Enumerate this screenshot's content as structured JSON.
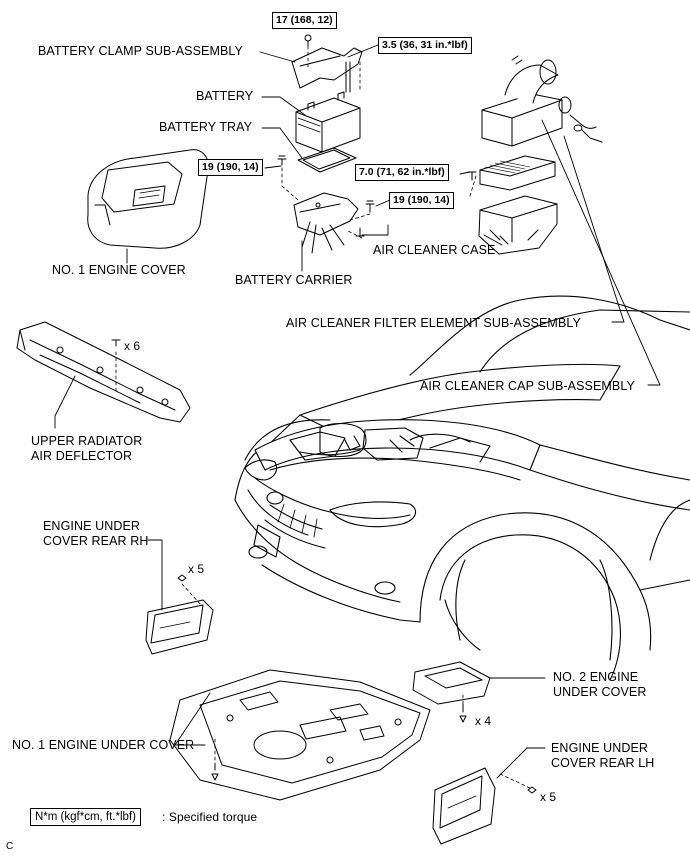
{
  "labels": {
    "battery_clamp": "BATTERY CLAMP SUB-ASSEMBLY",
    "battery": "BATTERY",
    "battery_tray": "BATTERY TRAY",
    "no1_engine_cover": "NO. 1 ENGINE COVER",
    "battery_carrier": "BATTERY CARRIER",
    "air_cleaner_case": "AIR CLEANER CASE",
    "air_cleaner_filter": "AIR CLEANER FILTER ELEMENT SUB-ASSEMBLY",
    "air_cleaner_cap": "AIR CLEANER CAP SUB-ASSEMBLY",
    "upper_radiator_1": "UPPER RADIATOR",
    "upper_radiator_2": "AIR DEFLECTOR",
    "under_rear_rh_1": "ENGINE UNDER",
    "under_rear_rh_2": "COVER REAR RH",
    "no2_under_1": "NO. 2 ENGINE",
    "no2_under_2": "UNDER COVER",
    "no1_under": "NO. 1 ENGINE UNDER COVER",
    "under_rear_lh_1": "ENGINE UNDER",
    "under_rear_lh_2": "COVER REAR LH"
  },
  "torques": {
    "clamp_bolt": "17 (168, 12)",
    "clamp_nut": "3.5 (36, 31 in.*lbf)",
    "tray_bolt": "19 (190, 14)",
    "case_bolt": "7.0 (71, 62 in.*lbf)",
    "carrier_bolt": "19 (190, 14)"
  },
  "quantities": {
    "deflector": "x 6",
    "rear_rh": "x 5",
    "no2_under": "x 4",
    "rear_lh": "x 5"
  },
  "legend": {
    "unit_box": "N*m (kgf*cm, ft.*lbf)",
    "meaning": ": Specified torque"
  },
  "corner_code": "C"
}
